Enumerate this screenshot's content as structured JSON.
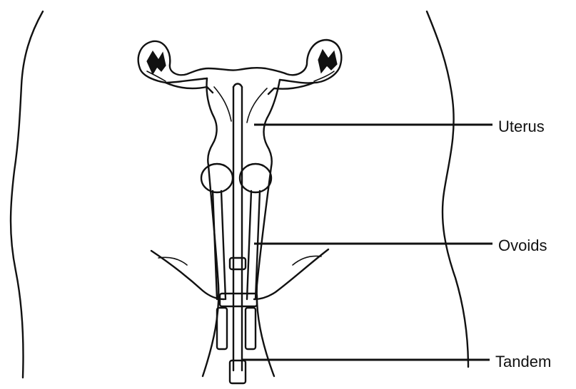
{
  "labels": {
    "uterus": "Uterus",
    "ovoids": "Ovoids",
    "tandem": "Tandem"
  }
}
